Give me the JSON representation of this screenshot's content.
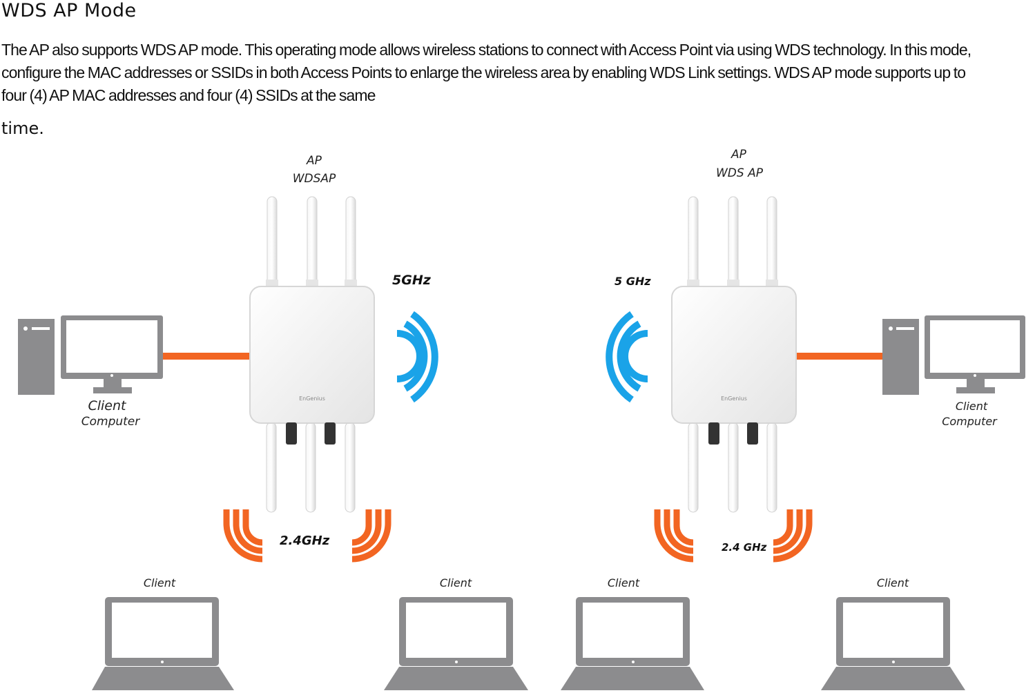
{
  "heading": "WDS AP Mode",
  "paragraph": {
    "line1": "The AP also supports WDS AP mode. This operating mode allows wireless stations to connect with Access Point via using WDS technology. In this mode,",
    "line2": "configure the MAC addresses or SSIDs in both Access Points to enlarge the wireless area by enabling WDS Link settings. WDS AP mode supports up to",
    "line3": "four (4) AP MAC addresses and four (4) SSIDs at the same",
    "line4": "time."
  },
  "diagram": {
    "left_ap": {
      "label_top": "AP",
      "label_bottom": "WDSAP",
      "band_5": "5GHz",
      "band_24": "2.4GHz"
    },
    "right_ap": {
      "label_top": "AP",
      "label_bottom": "WDS AP",
      "band_5": "5 GHz",
      "band_24": "2.4 GHz"
    },
    "left_computer": {
      "label_top": "Client",
      "label_bottom": "Computer"
    },
    "right_computer": {
      "label_top": "Client",
      "label_bottom": "Computer"
    },
    "laptops": [
      "Client",
      "Client",
      "Client",
      "Client"
    ]
  },
  "colors": {
    "wifi_5ghz": "#1aa3e8",
    "wifi_24ghz": "#f26522",
    "cable": "#f26522",
    "device_gray": "#8c8c8e",
    "ap_body": "#f3f3f3"
  }
}
